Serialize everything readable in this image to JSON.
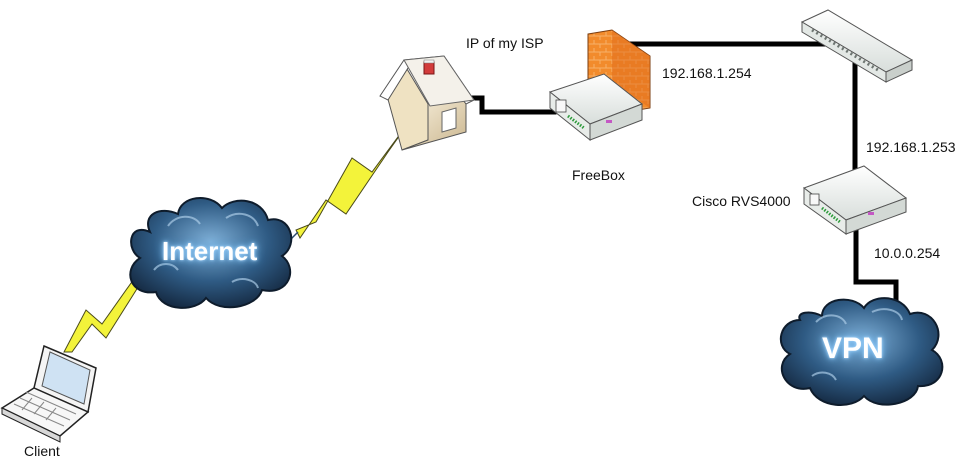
{
  "labels": {
    "isp_ip": "IP of my ISP",
    "freebox": "FreeBox",
    "freebox_lan_ip": "192.168.1.254",
    "cisco_wan_ip": "192.168.1.253",
    "cisco": "Cisco RVS4000",
    "cisco_lan_ip": "10.0.0.254",
    "client": "Client"
  },
  "clouds": {
    "internet": "Internet",
    "vpn": "VPN"
  },
  "colors": {
    "cable": "#000000",
    "lightning": "#f3f33a",
    "cloud_dark": "#1d3550",
    "cloud_light": "#6d9cc4",
    "firewall": "#f08a2a",
    "device": "#eef2ef"
  }
}
